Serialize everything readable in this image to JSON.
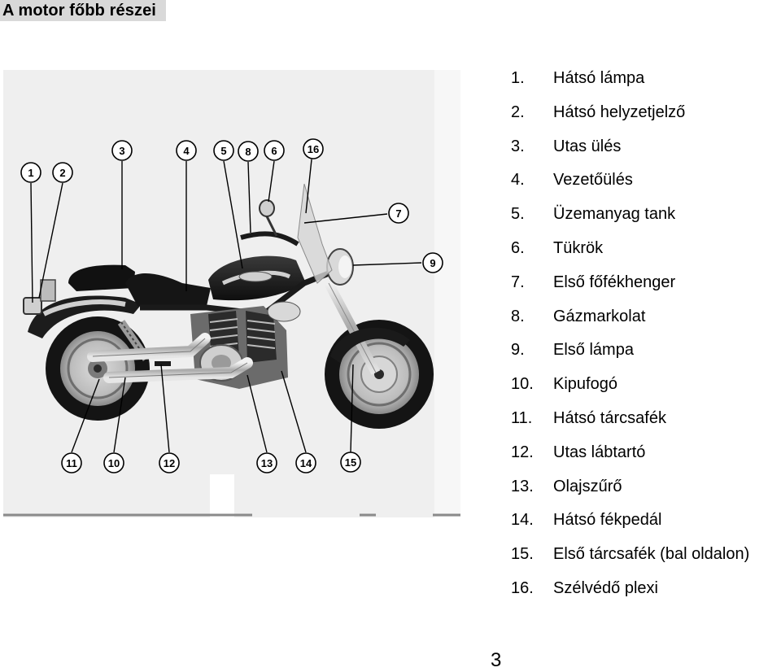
{
  "page": {
    "title": "A motor főbb részei",
    "page_number": "3"
  },
  "figure": {
    "callouts": [
      "1",
      "2",
      "3",
      "4",
      "5",
      "8",
      "6",
      "16",
      "7",
      "9",
      "11",
      "10",
      "12",
      "13",
      "14",
      "15"
    ]
  },
  "parts": [
    {
      "num": "1.",
      "label": "Hátsó lámpa"
    },
    {
      "num": "2.",
      "label": "Hátsó helyzetjelző"
    },
    {
      "num": "3.",
      "label": "Utas ülés"
    },
    {
      "num": "4.",
      "label": "Vezetőülés"
    },
    {
      "num": "5.",
      "label": "Üzemanyag tank"
    },
    {
      "num": "6.",
      "label": "Tükrök"
    },
    {
      "num": "7.",
      "label": "Első főfékhenger"
    },
    {
      "num": "8.",
      "label": "Gázmarkolat"
    },
    {
      "num": "9.",
      "label": "Első lámpa"
    },
    {
      "num": "10.",
      "label": "Kipufogó"
    },
    {
      "num": "11.",
      "label": "Hátsó tárcsafék"
    },
    {
      "num": "12.",
      "label": "Utas lábtartó"
    },
    {
      "num": "13.",
      "label": "Olajszűrő"
    },
    {
      "num": "14.",
      "label": "Hátsó fékpedál"
    },
    {
      "num": "15.",
      "label": "Első tárcsafék (bal oldalon)"
    },
    {
      "num": "16.",
      "label": "Szélvédő plexi"
    }
  ]
}
